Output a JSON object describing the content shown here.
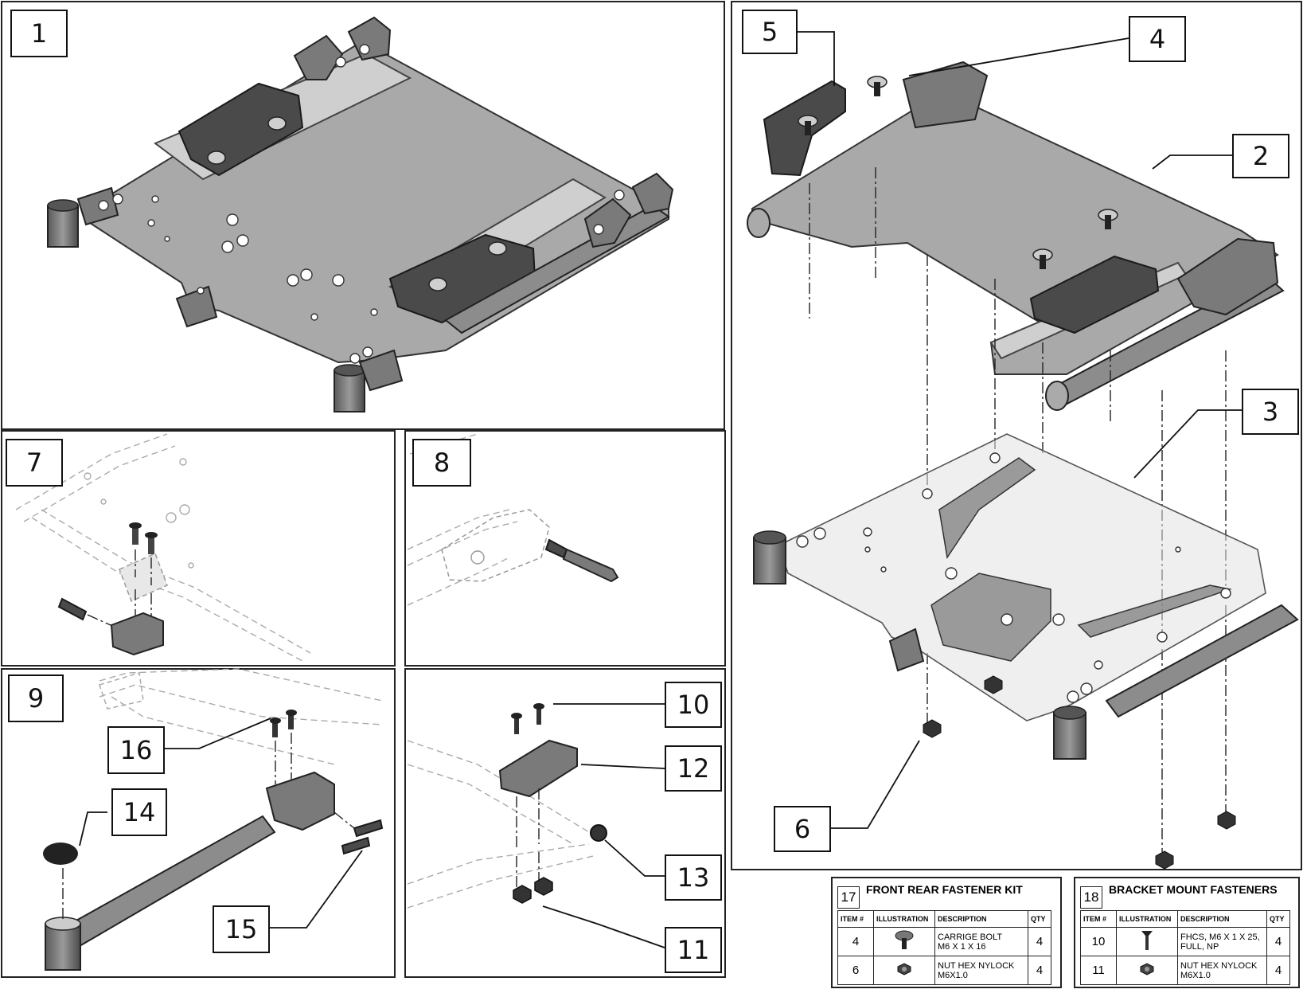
{
  "views": [
    {
      "id": "1",
      "label": "1"
    },
    {
      "id": "7",
      "label": "7"
    },
    {
      "id": "8",
      "label": "8"
    },
    {
      "id": "9",
      "label": "9"
    }
  ],
  "callouts": {
    "c2": "2",
    "c3": "3",
    "c4": "4",
    "c5": "5",
    "c6": "6",
    "c10": "10",
    "c11": "11",
    "c12": "12",
    "c13": "13",
    "c14": "14",
    "c15": "15",
    "c16": "16"
  },
  "kits": [
    {
      "number": "17",
      "title": "FRONT REAR FASTENER KIT",
      "headers": {
        "item": "ITEM #",
        "illustration": "ILLUSTRATION",
        "description": "DESCRIPTION",
        "qty": "QTY"
      },
      "rows": [
        {
          "item": "4",
          "illustration": "carriage-bolt-icon",
          "description_line1": "CARRIGE BOLT",
          "description_line2": "M6 X 1 X 16",
          "qty": "4"
        },
        {
          "item": "6",
          "illustration": "hex-nut-icon",
          "description_line1": "NUT HEX NYLOCK",
          "description_line2": "M6X1.0",
          "qty": "4"
        }
      ]
    },
    {
      "number": "18",
      "title": "BRACKET MOUNT FASTENERS",
      "headers": {
        "item": "ITEM #",
        "illustration": "ILLUSTRATION",
        "description": "DESCRIPTION",
        "qty": "QTY"
      },
      "rows": [
        {
          "item": "10",
          "illustration": "flat-head-screw-icon",
          "description_line1": "FHCS, M6 X 1 X 25,",
          "description_line2": "FULL, NP",
          "qty": "4"
        },
        {
          "item": "11",
          "illustration": "hex-nut-icon",
          "description_line1": "NUT HEX NYLOCK",
          "description_line2": "M6X1.0",
          "qty": "4"
        }
      ]
    }
  ]
}
